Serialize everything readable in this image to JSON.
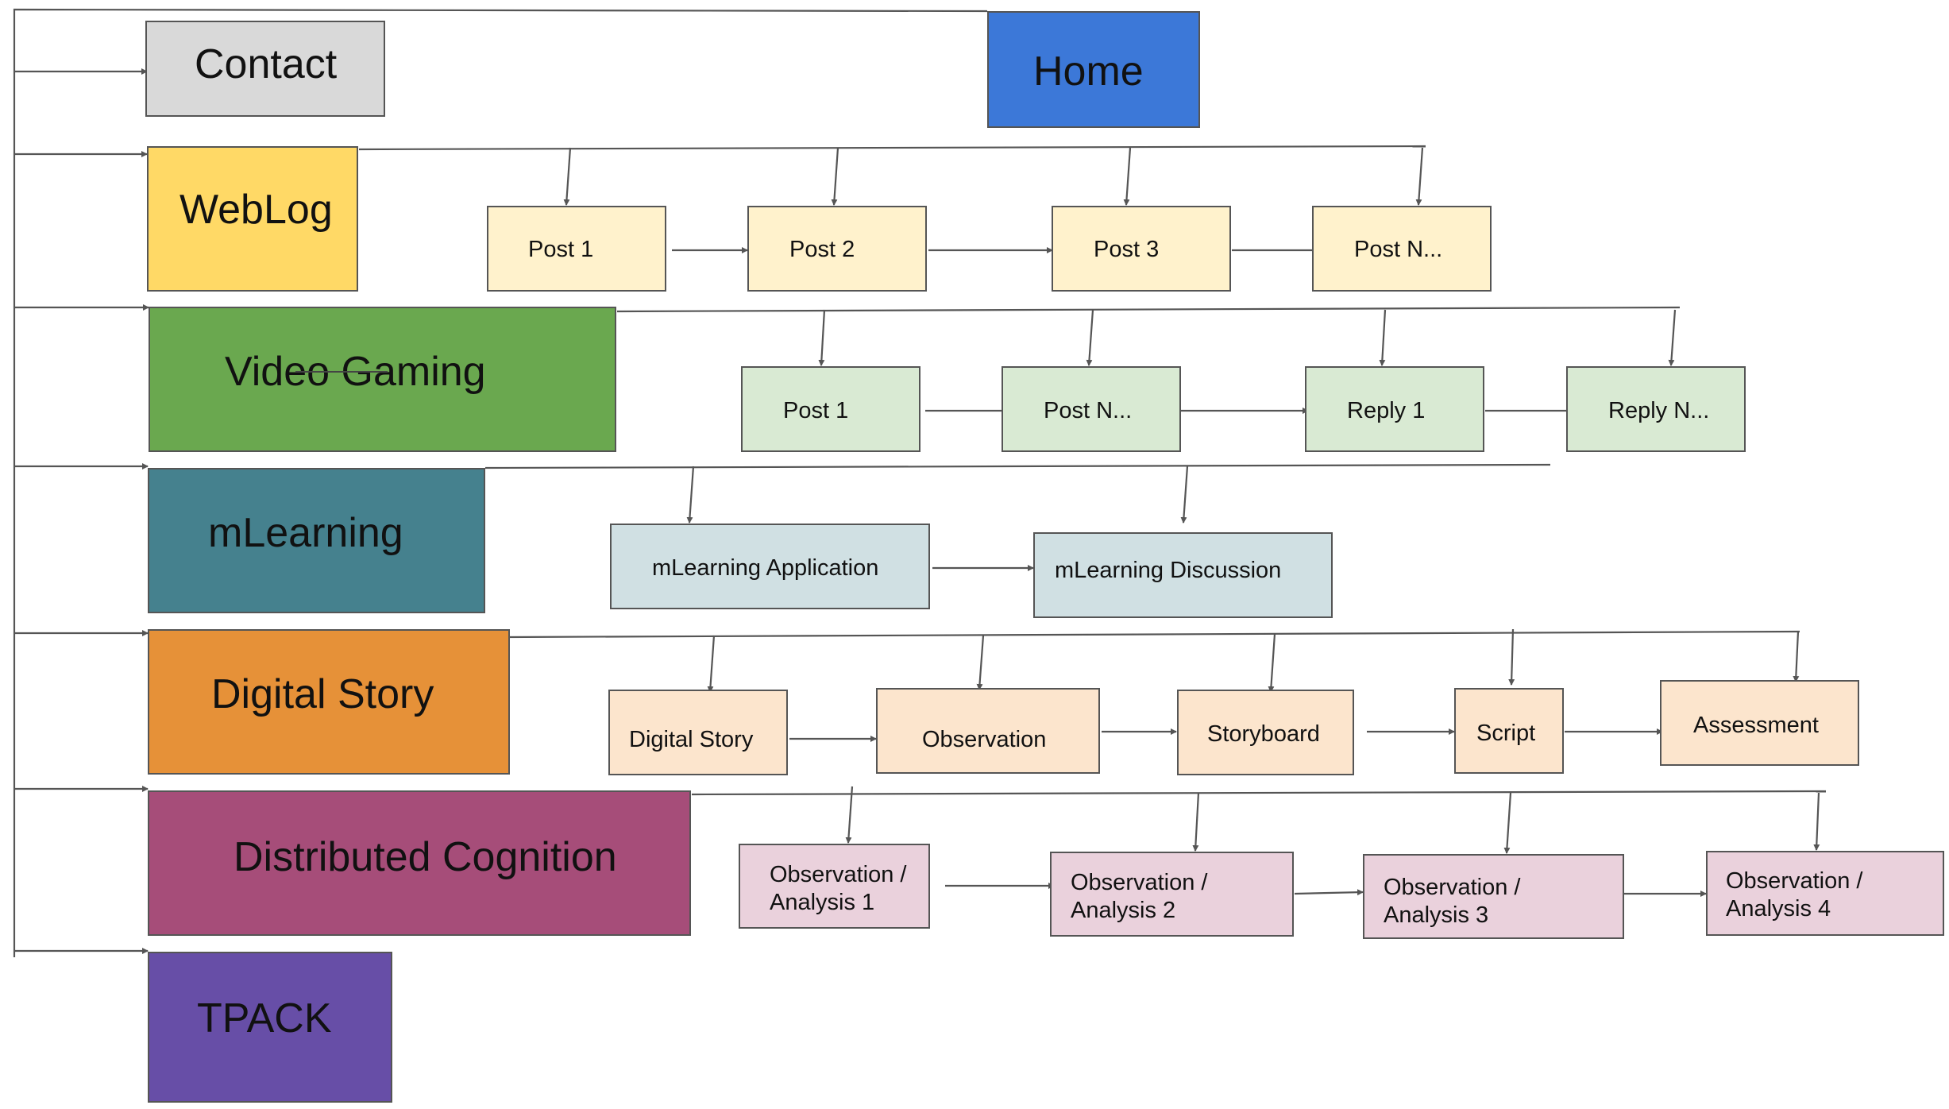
{
  "colors": {
    "home": "#3c78d8",
    "contact": "#d9d9d9",
    "weblog": "#ffd966",
    "weblog_light": "#fff2cc",
    "video": "#6aa84f",
    "video_light": "#d9ead3",
    "mlearning": "#45818e",
    "mlearning_light": "#d0e0e3",
    "digital_story": "#e69138",
    "digital_story_light": "#fce5cd",
    "cognition": "#a64d79",
    "cognition_light": "#ead1dc",
    "tpack": "#674ea7",
    "line": "#555555"
  },
  "home": {
    "label": "Home"
  },
  "sections": {
    "contact": {
      "label": "Contact"
    },
    "weblog": {
      "label": "WebLog",
      "items": [
        "Post 1",
        "Post 2",
        "Post 3",
        "Post N..."
      ]
    },
    "video_gaming": {
      "label": "Video Gaming",
      "items": [
        "Post 1",
        "Post N...",
        "Reply 1",
        "Reply N..."
      ]
    },
    "mlearning": {
      "label": "mLearning",
      "items": [
        "mLearning Application",
        "mLearning Discussion"
      ]
    },
    "digital_story": {
      "label": "Digital Story",
      "items": [
        "Digital Story",
        "Observation",
        "Storyboard",
        "Script",
        "Assessment"
      ]
    },
    "distributed_cognition": {
      "label": "Distributed Cognition",
      "items": [
        {
          "line1": "Observation /",
          "line2": "Analysis 1"
        },
        {
          "line1": "Observation /",
          "line2": "Analysis 2"
        },
        {
          "line1": "Observation /",
          "line2": "Analysis 3"
        },
        {
          "line1": "Observation /",
          "line2": "Analysis 4"
        }
      ]
    },
    "tpack": {
      "label": "TPACK"
    }
  }
}
